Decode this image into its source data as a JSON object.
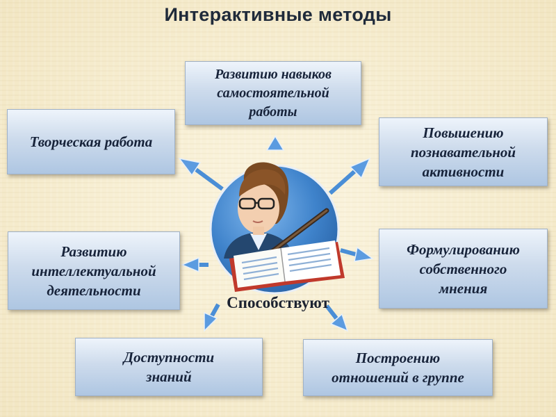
{
  "title": "Интерактивные методы",
  "center": {
    "label": "Способствуют",
    "icon": "teacher-with-book-icon"
  },
  "boxes": {
    "top": "Развитию навыков\nсамостоятельной\nработы",
    "top_left": "Творческая работа",
    "top_right": "Повышению\nпознавательной\nактивности",
    "mid_left": "Развитию\nинтеллектуальной\nдеятельности",
    "mid_right": "Формулированию\nсобственного\nмнения",
    "bottom_left": "Доступности\nзнаний",
    "bottom_right": "Построению\nотношений в группе"
  },
  "colors": {
    "background": "#f6edcf",
    "box_fill": "#cddbec",
    "arrow": "#4a8ed6",
    "circle": "#3d80c9",
    "text": "#17233a"
  }
}
